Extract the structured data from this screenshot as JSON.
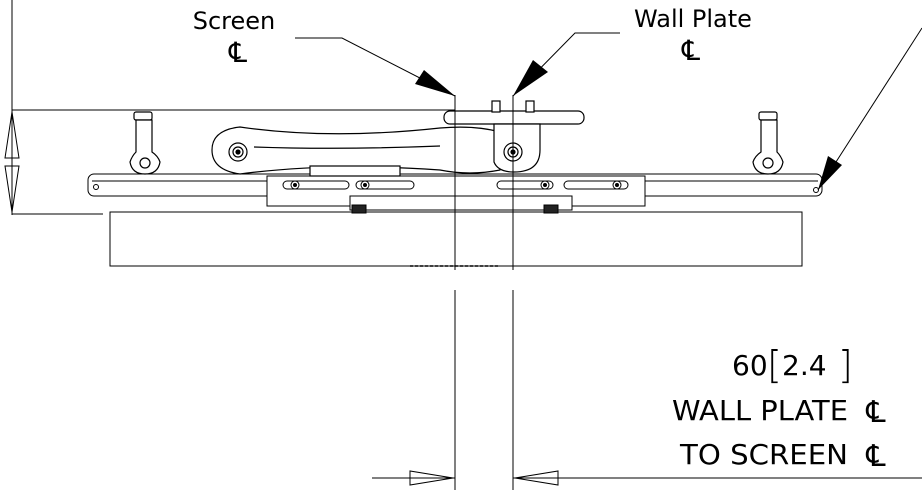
{
  "labels": {
    "screen": "Screen",
    "screen_cl": "℄",
    "wall_plate": "Wall Plate",
    "wall_plate_cl": "℄"
  },
  "dimension": {
    "value": "60",
    "bracket_open": "[",
    "alt_value": "2.4",
    "bracket_close": "]",
    "line1_text": "WALL PLATE",
    "line1_symbol": "℄",
    "line2_text": "TO SCREEN",
    "line2_symbol": "℄"
  }
}
